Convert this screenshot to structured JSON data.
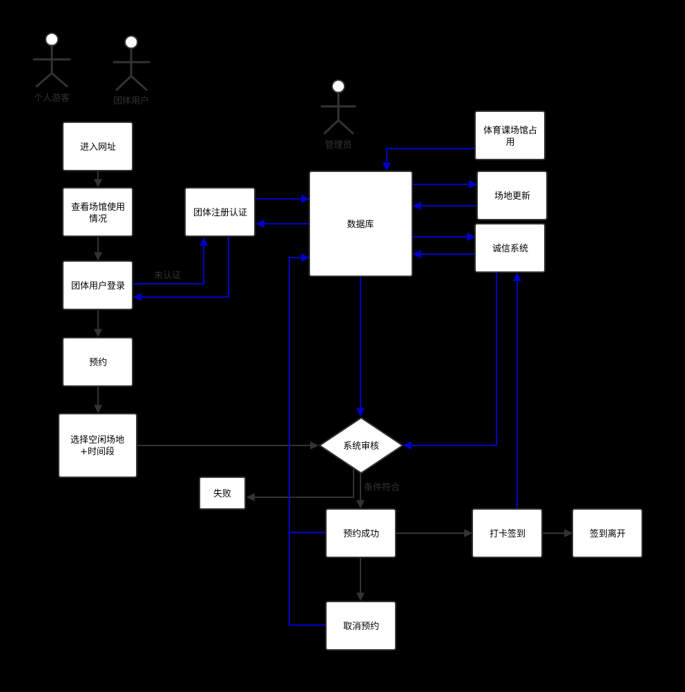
{
  "actors": {
    "individual_visitor": "个人游客",
    "group_user": "团体用户",
    "administrator": "管理员"
  },
  "nodes": {
    "enter_url": "进入网址",
    "view_venue_line1": "查看场馆使用",
    "view_venue_line2": "情况",
    "group_login": "团体用户登录",
    "reserve": "预约",
    "select_line1": "选择空闲场地",
    "select_line2": "+时间段",
    "group_register": "团体注册认证",
    "database": "数据库",
    "pe_line1": "体育课场馆占",
    "pe_line2": "用",
    "venue_update": "场地更新",
    "credit_system": "诚信系统",
    "system_review": "系统审核",
    "fail": "失败",
    "reserve_success": "预约成功",
    "check_in": "打卡签到",
    "check_out": "签到离开",
    "cancel_reservation": "取消预约"
  },
  "edge_labels": {
    "unverified": "未认证",
    "conditions_met": "条件符合"
  },
  "colors": {
    "background": "#000000",
    "node_fill": "#ffffff",
    "gray_connector": "#333333",
    "blue_connector": "#0000cc"
  }
}
